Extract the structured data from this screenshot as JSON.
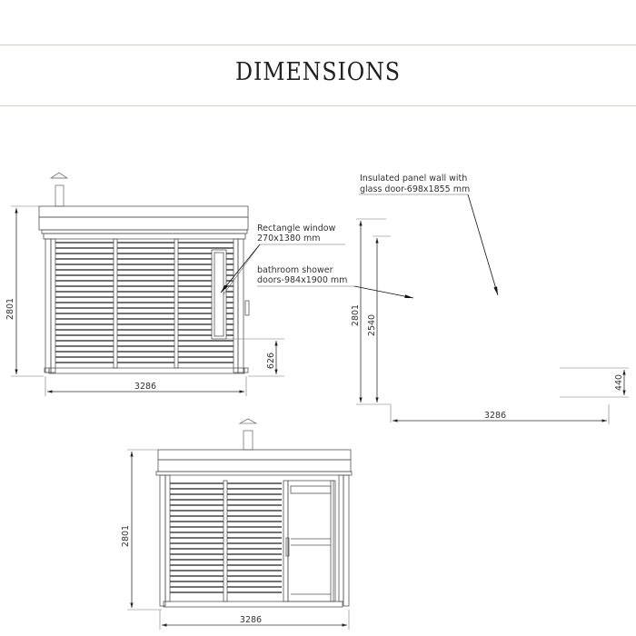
{
  "header": {
    "title": "DIMENSIONS",
    "rule_color": "#d6cfc6"
  },
  "drawing_1": {
    "name": "front-elevation-with-window",
    "height_dim": "2801",
    "width_dim": "3286",
    "window_sill_dim": "626",
    "callout_window_line1": "Rectangle window",
    "callout_window_line2": "270x1380 mm",
    "callout_shower_line1": "bathroom shower",
    "callout_shower_line2": "doors-984x1900 mm"
  },
  "drawing_2": {
    "name": "side-elevation-glass-wall",
    "callout_glass_line1": "Insulated panel wall with",
    "callout_glass_line2": "glass door-698x1855 mm",
    "height_dim_outer": "2801",
    "height_dim_inner": "2540",
    "step_dim": "440",
    "width_dim": "3286"
  },
  "drawing_3": {
    "name": "front-elevation-with-door",
    "height_dim": "2801",
    "width_dim": "3286"
  },
  "colors": {
    "line": "#555555",
    "text": "#333333"
  }
}
